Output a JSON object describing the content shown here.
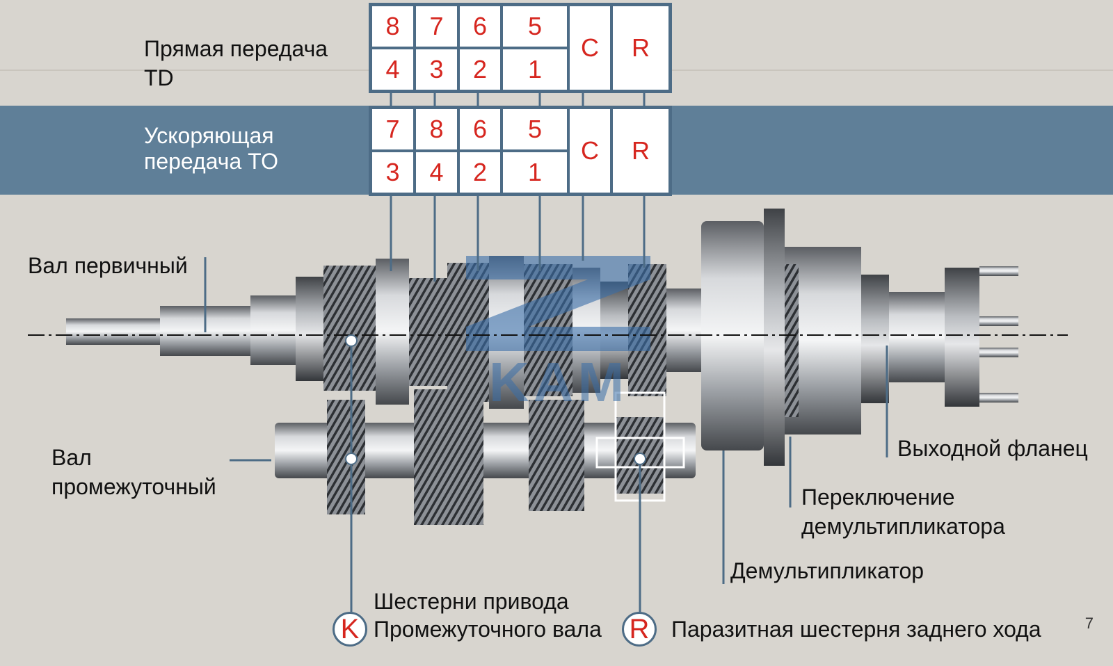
{
  "table": {
    "direct": {
      "label_lines": [
        "Прямая передача",
        "TD"
      ],
      "top": [
        "8",
        "7",
        "6",
        "5"
      ],
      "bottom": [
        "4",
        "3",
        "2",
        "1"
      ],
      "c": "C",
      "r": "R"
    },
    "overdrive": {
      "label_lines": [
        "Ускоряющая",
        "передача TO"
      ],
      "top": [
        "7",
        "8",
        "6",
        "5"
      ],
      "bottom": [
        "3",
        "4",
        "2",
        "1"
      ],
      "c": "C",
      "r": "R"
    }
  },
  "callouts": {
    "input_shaft": "Вал первичный",
    "countershaft": [
      "Вал",
      "промежуточный"
    ],
    "output_flange": "Выходной фланец",
    "range_shift": [
      "Переключение",
      "демультипликатора"
    ],
    "range_unit": "Демультипликатор",
    "drive_gears": [
      "Шестерни привода",
      "Промежуточного вала"
    ],
    "idler": "Паразитная шестерня заднего хода"
  },
  "badges": {
    "k": "K",
    "r": "R"
  },
  "watermark": "KAM",
  "page_number": "7",
  "colors": {
    "red": "#d6261f",
    "blue_band": "#5f7f98",
    "border": "#4d6c86"
  }
}
